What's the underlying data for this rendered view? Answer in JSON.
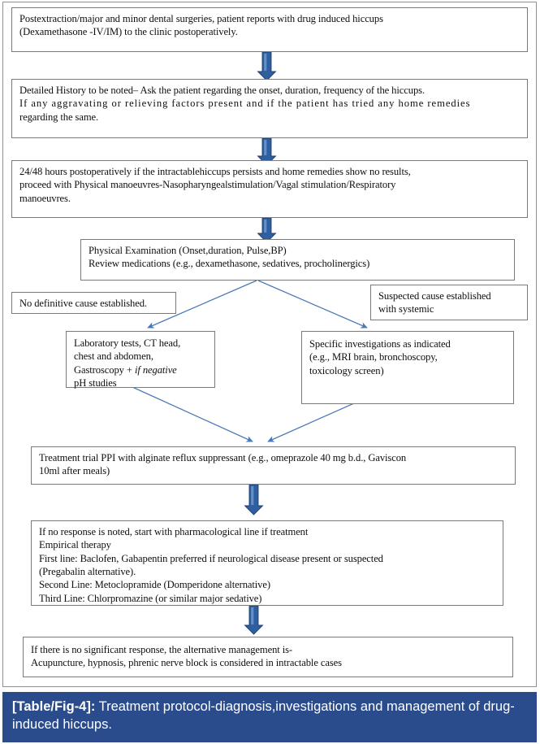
{
  "figure": {
    "caption_tag": "[Table/Fig-4]:",
    "caption_text": " Treatment protocol-diagnosis,investigations and management of drug-induced hiccups.",
    "colors": {
      "caption_band": "#2b4c8c",
      "block_arrow": "#2f5f9e",
      "connector_line": "#4a7ab5",
      "box_border": "#7a7a7a",
      "text": "#100f0f"
    }
  },
  "nodes": {
    "presentation": {
      "line1": "Postextraction/major and minor dental surgeries, patient reports with drug induced hiccups",
      "line2": "(Dexamethasone -IV/IM) to the clinic postoperatively."
    },
    "history": {
      "line1": "Detailed History to be noted– Ask the patient regarding the onset, duration, frequency of the hiccups.",
      "line2": "If any aggravating or relieving factors present and if the patient has tried any home remedies",
      "line3": "regarding the same."
    },
    "manoeuvres": {
      "line1": "24/48 hours postoperatively if the intractablehiccups persists and home remedies show no results,",
      "line2": "proceed with Physical manoeuvres-Nasopharyngealstimulation/Vagal stimulation/Respiratory",
      "line3": "manoeuvres."
    },
    "examination": {
      "line1": " Physical Examination (Onset,duration, Pulse,BP)",
      "line2": "Review medications (e.g., dexamethasone, sedatives, procholinergics)"
    },
    "no_cause": {
      "line1": "No definitive cause established."
    },
    "suspected_cause": {
      "line1": "Suspected cause established",
      "line2": "with systemic"
    },
    "lab_tests": {
      "line1": "Laboratory tests, CT head,",
      "line2": "chest and abdomen,",
      "line3_plain": "Gastroscopy + ",
      "line3_italic": "if negative",
      "line4": "pH studies"
    },
    "specific_investigations": {
      "line1": "Specific investigations as indicated",
      "line2": "(e.g., MRI brain, bronchoscopy,",
      "line3": "toxicology screen)"
    },
    "ppi_trial": {
      "line1": "Treatment trial PPI with alginate reflux suppressant (e.g., omeprazole 40 mg b.d., Gaviscon",
      "line2": "10ml after meals)"
    },
    "pharmacological": {
      "line1": "If no response is noted, start with pharmacological line if treatment",
      "line2": "Empirical therapy",
      "line3": "First line: Baclofen, Gabapentin preferred if neurological disease present or suspected",
      "line4": "(Pregabalin alternative).",
      "line5": "Second Line: Metoclopramide (Domperidone alternative)",
      "line6": "Third Line: Chlorpromazine (or similar major sedative)"
    },
    "alternative": {
      "line1": "If there is no significant response, the alternative management is-",
      "line2": "Acupuncture, hypnosis, phrenic nerve block is considered in intractable cases"
    }
  },
  "connectors": [
    {
      "name": "arrow-presentation-to-history",
      "type": "block-arrow"
    },
    {
      "name": "arrow-history-to-manoeuvres",
      "type": "block-arrow"
    },
    {
      "name": "arrow-manoeuvres-to-examination",
      "type": "block-arrow"
    },
    {
      "name": "arrow-examination-to-lab-tests",
      "type": "line-arrow"
    },
    {
      "name": "arrow-examination-to-specific-investigations",
      "type": "line-arrow"
    },
    {
      "name": "arrow-lab-tests-to-ppi-trial",
      "type": "line-arrow"
    },
    {
      "name": "arrow-specific-investigations-to-ppi-trial",
      "type": "line-arrow"
    },
    {
      "name": "arrow-ppi-to-pharmacological",
      "type": "block-arrow"
    },
    {
      "name": "arrow-pharmacological-to-alternative",
      "type": "block-arrow"
    }
  ]
}
